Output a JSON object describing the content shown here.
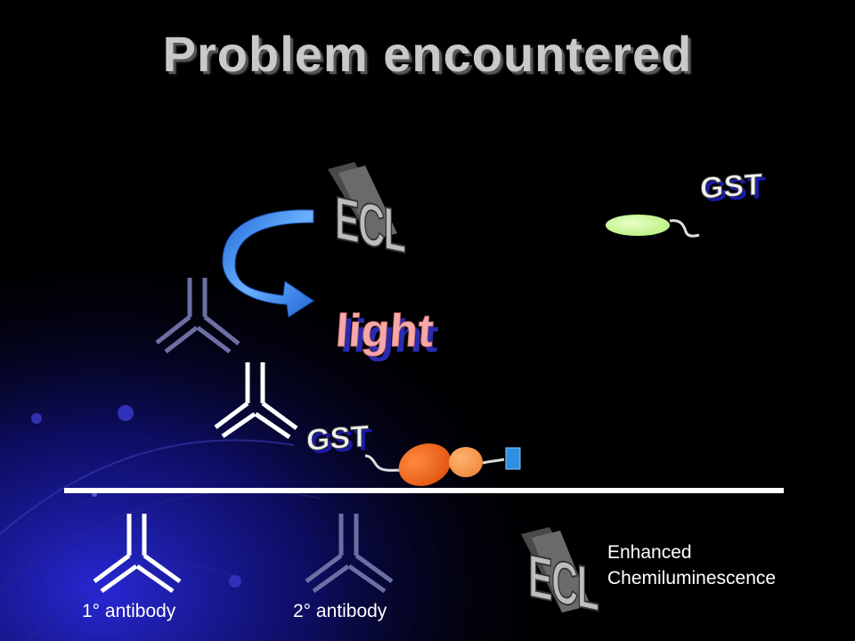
{
  "title": "Problem encountered",
  "labels": {
    "ecl": "ECL",
    "gst": "GST",
    "light": "light",
    "primary_antibody": "1° antibody",
    "secondary_antibody": "2° antibody",
    "legend_line1": "Enhanced",
    "legend_line2": "Chemiluminescence"
  },
  "colors": {
    "background": "#000000",
    "primary_antibody": "#ffffff",
    "secondary_antibody": "#6b6fa3",
    "arrow": "#3d7fe8",
    "gst_front": "#f2f2f2",
    "gst_shadow": "#1a1aa8",
    "ecl_front": "#bdbdbd",
    "ecl_side": "#5a5a5a",
    "light_front": "#f4a9a9",
    "light_shadow": "#2a2ab0",
    "protein_large": "#f26522",
    "protein_small": "#f79646",
    "tag": "#2f8fe0",
    "ellipse": "#ccff99"
  }
}
